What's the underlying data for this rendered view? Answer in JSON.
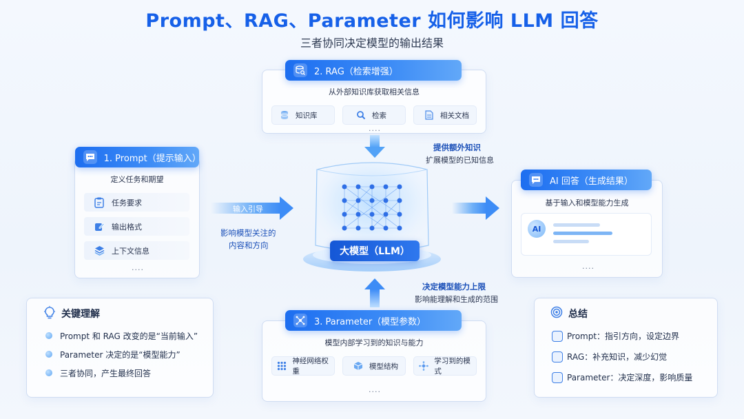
{
  "header": {
    "title": "Prompt、RAG、Parameter 如何影响 LLM 回答",
    "subtitle": "三者协同决定模型的输出结果"
  },
  "rag": {
    "pill": "2. RAG（检索增强）",
    "desc": "从外部知识库获取相关信息",
    "chips": [
      "知识库",
      "检索",
      "相关文档"
    ],
    "dots": "....",
    "note_strong": "提供额外知识",
    "note": "扩展模型的已知信息"
  },
  "prompt": {
    "pill": "1. Prompt（提示输入）",
    "desc": "定义任务和期望",
    "rows": [
      "任务要求",
      "输出格式",
      "上下文信息"
    ],
    "dots": "....",
    "arrow_label": "输入引导",
    "note_line1": "影响模型关注的",
    "note_line2": "内容和方向"
  },
  "llm": {
    "label": "大模型（LLM）"
  },
  "answer": {
    "pill": "AI 回答（生成结果）",
    "desc": "基于输入和模型能力生成",
    "avatar": "AI",
    "dots": "...."
  },
  "parameter": {
    "pill": "3. Parameter（模型参数）",
    "desc": "模型内部学习到的知识与能力",
    "chips": [
      "神经网络权重",
      "模型结构",
      "学习到的模式"
    ],
    "dots": "....",
    "note_strong": "决定模型能力上限",
    "note": "影响能理解和生成的范围"
  },
  "insight": {
    "title": "关键理解",
    "items": [
      "Prompt 和 RAG 改变的是“当前输入”",
      "Parameter 决定的是“模型能力”",
      "三者协同，产生最终回答"
    ]
  },
  "summary": {
    "title": "总结",
    "items": [
      "Prompt：指引方向，设定边界",
      "RAG：补充知识，减少幻觉",
      "Parameter：决定深度，影响质量"
    ]
  },
  "colors": {
    "accent": "#1660e8",
    "pill_start": "#1d6ef0",
    "pill_end": "#62a8f8"
  }
}
